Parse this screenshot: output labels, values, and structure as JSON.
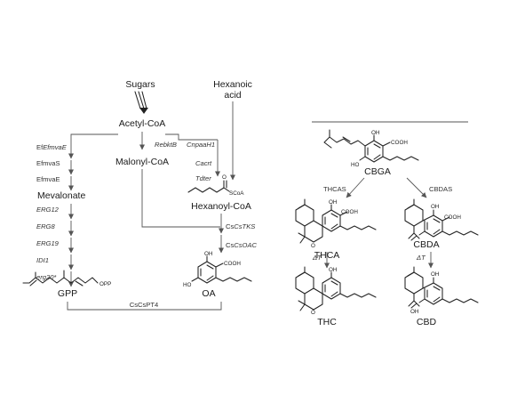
{
  "colors": {
    "line": "#555555",
    "bond": "#222222",
    "text": "#1a1a1a",
    "background": "#ffffff"
  },
  "metabolites": {
    "sugars": "Sugars",
    "hexanoic_1": "Hexanoic",
    "hexanoic_2": "acid",
    "acetyl_coa": "Acetyl-CoA",
    "malonyl_coa": "Malonyl-CoA",
    "mevalonate": "Mevalonate",
    "hexanoyl_coa": "Hexanoyl-CoA",
    "gpp": "GPP",
    "oa": "OA",
    "cbga": "CBGA",
    "thca": "THCA",
    "cbda": "CBDA",
    "thc": "THC",
    "cbd": "CBD"
  },
  "enzymes": {
    "mevae_1": "EfmvaE",
    "mevas": "EfmvaS",
    "mevae_2": "EfmvaE",
    "erg12": "ERG12",
    "erg8": "ERG8",
    "erg19": "ERG19",
    "idi1": "IDI1",
    "erg20": "erg20*",
    "rebktb": "RebktB",
    "cnpaah1": "CnpaaH1",
    "cacrt": "Cacrt",
    "tdter": "Tdter",
    "cstks": "CsTKS",
    "csoac": "CsOAC",
    "cspt4": "CsPT4",
    "thcas": "THCAS",
    "cbdas": "CBDAS",
    "delta_t_1": "ΔT",
    "delta_t_2": "ΔT"
  },
  "atoms": {
    "opp": "OPP",
    "scoa": "SCoA",
    "o": "O",
    "oh": "OH",
    "ho": "HO",
    "cooh": "COOH"
  }
}
